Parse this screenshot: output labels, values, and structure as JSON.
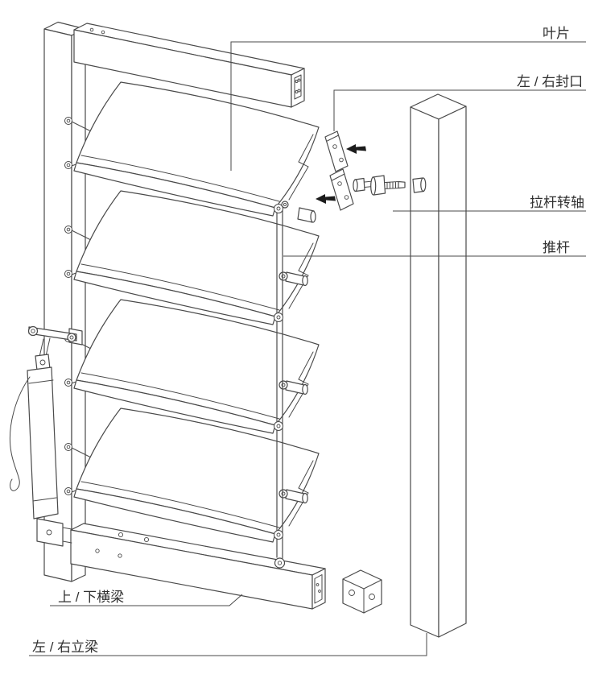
{
  "labels": {
    "blade": "叶片",
    "end_cap": "左 / 右封口",
    "rod_pivot": "拉杆转轴",
    "push_rod": "推杆",
    "cross_beam": "上 / 下横梁",
    "vertical_beam": "左 / 右立梁"
  },
  "colors": {
    "line": "#4a4a4a",
    "background": "#ffffff",
    "label_text": "#303030",
    "arrow_fill": "#1c1c1c"
  }
}
